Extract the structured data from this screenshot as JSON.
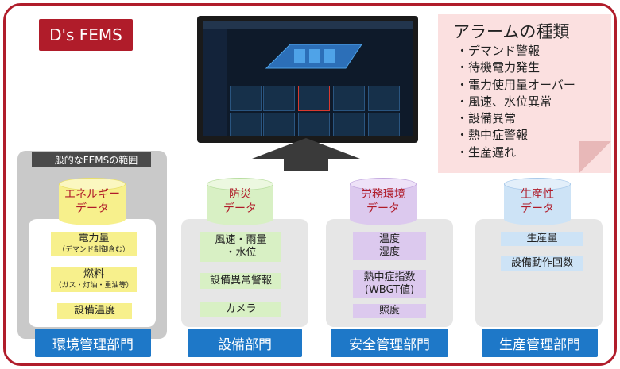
{
  "brand": "D's FEMS",
  "alarm": {
    "title": "アラームの種類",
    "items": [
      "・デマンド警報",
      "・待機電力発生",
      "・電力使用量オーバー",
      "・風速、水位異常",
      "・設備異常",
      "・熱中症警報",
      "・生産遅れ"
    ]
  },
  "scope_label": "一般的なFEMSの範囲",
  "columns": [
    {
      "db_line1": "エネルギー",
      "db_line2": "データ",
      "items": [
        {
          "main": "電力量",
          "sub": "（デマンド制御含む）"
        },
        {
          "main": "燃料",
          "sub": "（ガス・灯油・重油等）"
        },
        {
          "main": "設備温度",
          "sub": ""
        }
      ],
      "department": "環境管理部門"
    },
    {
      "db_line1": "防災",
      "db_line2": "データ",
      "items": [
        {
          "main": "風速・雨量",
          "sub2": "・水位"
        },
        {
          "main": "設備異常警報"
        },
        {
          "main": "カメラ"
        }
      ],
      "department": "設備部門"
    },
    {
      "db_line1": "労務環境",
      "db_line2": "データ",
      "items": [
        {
          "main": "温度",
          "sub2": "湿度"
        },
        {
          "main": "熱中症指数",
          "sub2": "(WBGT値)"
        },
        {
          "main": "照度"
        }
      ],
      "department": "安全管理部門"
    },
    {
      "db_line1": "生産性",
      "db_line2": "データ",
      "items": [
        {
          "main": "生産量"
        },
        {
          "main": "設備動作回数"
        }
      ],
      "department": "生産管理部門"
    }
  ],
  "colors": {
    "accent": "#b01c2a",
    "department": "#1e78c8",
    "note": "#fbe0e0"
  }
}
